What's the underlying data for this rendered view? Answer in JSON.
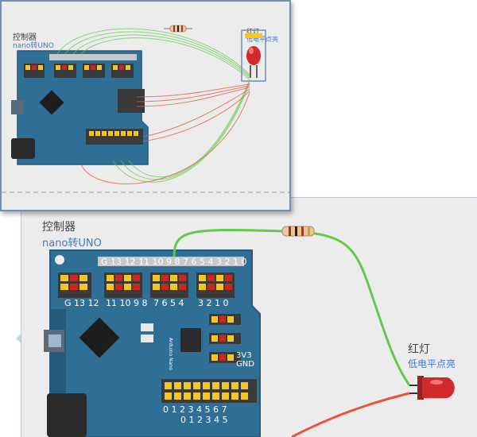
{
  "main": {
    "controller_label": "控制器",
    "controller_sub": "nano转UNO",
    "led_label": "红灯",
    "led_sub": "低电平点亮",
    "board": {
      "top_pins": "G 13 12 11 10 9 8   7 6 5 4 3 2 1 0",
      "group_g": "G 13 12",
      "group_11": "11 10 9 8",
      "group_7": "7 6 5 4",
      "group_3": "3 2 1 0",
      "power": "3V3",
      "gnd": "GND",
      "bottom_row1": "0 1 2 3 4 5 6 7",
      "bottom_row2": "0 1 2 3 4 5",
      "chip_text": "Arduino Nano"
    }
  },
  "thumbnail": {
    "controller_label": "控制器",
    "controller_sub": "nano转UNO",
    "led_label": "红灯",
    "led_sub": "低电平点亮"
  },
  "colors": {
    "board": "#2f6f96",
    "board_dark": "#255a7c",
    "header_yellow": "#f3c623",
    "header_red": "#d2231d",
    "wire_green": "#63c94a",
    "wire_red": "#e8553a",
    "label_blue": "#3a7ad0",
    "frame_blue": "#6f8fb5"
  }
}
